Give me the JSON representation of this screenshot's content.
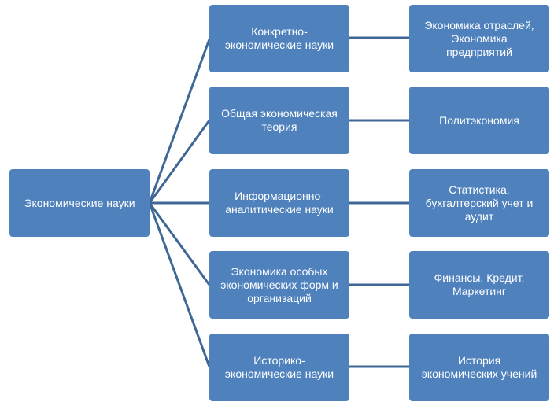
{
  "root": {
    "label": "Экономические науки"
  },
  "branches": [
    {
      "label": "Конкретно-\nэкономические науки",
      "leaf": "Экономика отраслей,\nЭкономика\nпредприятий"
    },
    {
      "label": "Общая экономическая\nтеория",
      "leaf": "Политэкономия"
    },
    {
      "label": "Информационно-\nаналитические науки",
      "leaf": "Статистика,\nбухгалтерский учет и\nаудит"
    },
    {
      "label": "Экономика особых\nэкономических форм и\nорганизаций",
      "leaf": "Финансы, Кредит,\nМаркетинг"
    },
    {
      "label": "Историко-\nэкономические науки",
      "leaf": "История\nэкономических учений"
    }
  ],
  "colors": {
    "node_fill": "#4f81bd",
    "connector": "#3f6796",
    "text": "#ffffff"
  }
}
